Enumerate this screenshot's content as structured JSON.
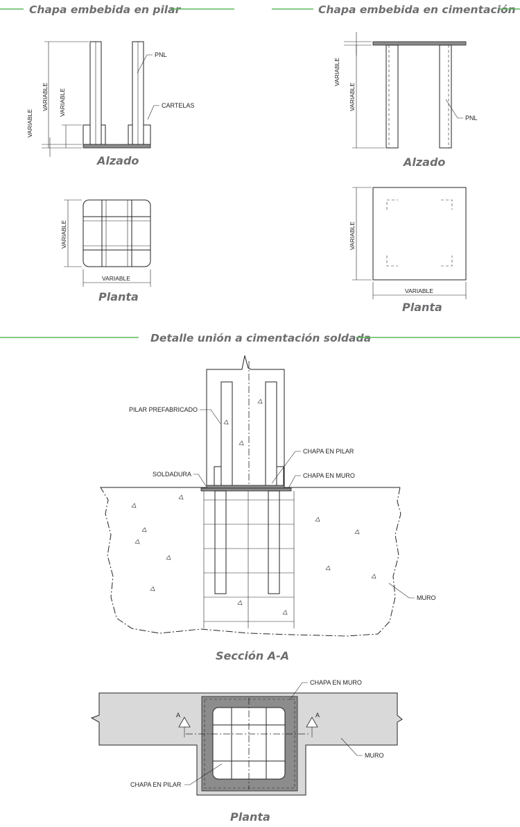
{
  "top": {
    "left_title": "Chapa embebida en pilar",
    "right_title": "Chapa embebida en cimentación"
  },
  "left_elevation": {
    "view_title": "Alzado",
    "dim_total": "VARIABLE",
    "dim_mid": "VARIABLE",
    "dim_plate": "VARIABLE",
    "label_pnl": "PNL",
    "label_cartelas": "CARTELAS"
  },
  "left_plan": {
    "view_title": "Planta",
    "dim_vertical": "VARIABLE",
    "dim_horizontal": "VARIABLE"
  },
  "right_elevation": {
    "view_title": "Alzado",
    "dim_plate": "VARIABLE",
    "dim_total": "VARIABLE",
    "label_pnl": "PNL"
  },
  "right_plan": {
    "view_title": "Planta",
    "dim_vertical": "VARIABLE",
    "dim_horizontal": "VARIABLE"
  },
  "detail": {
    "title": "Detalle unión a cimentación soldada",
    "label_pilar": "PILAR PREFABRICADO",
    "label_chapa_pilar": "CHAPA EN PILAR",
    "label_soldadura": "SOLDADURA",
    "label_chapa_muro": "CHAPA EN MURO",
    "label_muro": "MURO",
    "section_title": "Sección A-A"
  },
  "bottom_plan": {
    "label_chapa_muro": "CHAPA EN MURO",
    "label_chapa_pilar": "CHAPA EN PILAR",
    "label_muro": "MURO",
    "cut_left": "A",
    "cut_right": "A",
    "view_title": "Planta"
  },
  "colors": {
    "rule": "#5cb85c",
    "title_text": "#6d6e70",
    "plate_fill": "#8c8c8c",
    "wall_fill": "#d9d9d9"
  }
}
